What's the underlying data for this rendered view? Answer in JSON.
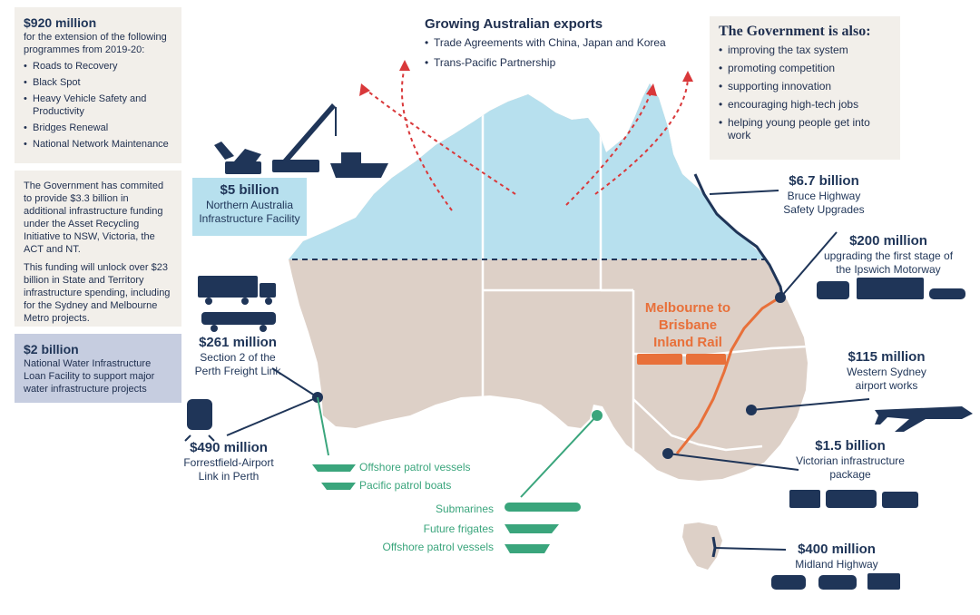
{
  "left_box": {
    "amount": "$920 million",
    "intro": "for the extension of the following programmes from 2019-20:",
    "items": [
      "Roads to Recovery",
      "Black Spot",
      "Heavy Vehicle Safety and Productivity",
      "Bridges Renewal",
      "National Network Maintenance"
    ]
  },
  "asset_box": {
    "p1": "The Government has commited to provide $3.3 billion in additional infrastructure funding under the Asset Recycling Initiative to NSW, Victoria, the ACT and NT.",
    "p2": "This funding will unlock over $23 billion in State and Territory infrastructure spending, including for the Sydney and Melbourne Metro projects."
  },
  "water_box": {
    "amount": "$2 billion",
    "text": "National Water Infrastructure Loan Facility to support major water infrastructure projects"
  },
  "exports": {
    "title": "Growing Australian exports",
    "items": [
      "Trade Agreements with China, Japan and Korea",
      "Trans-Pacific Partnership"
    ]
  },
  "government": {
    "title": "The Government is also:",
    "items": [
      "improving the tax system",
      "promoting competition",
      "supporting innovation",
      "encouraging high-tech jobs",
      "helping young people get into work"
    ]
  },
  "naif": {
    "amount": "$5 billion",
    "text": "Northern Australia Infrastructure Facility"
  },
  "bruce": {
    "amount": "$6.7 billion",
    "text": "Bruce Highway Safety Upgrades"
  },
  "ipswich": {
    "amount": "$200 million",
    "text": "upgrading the first stage of the Ipswich Motorway"
  },
  "wsa": {
    "amount": "$115 million",
    "text": "Western Sydney airport works"
  },
  "vic": {
    "amount": "$1.5 billion",
    "text": "Victorian infrastructure package"
  },
  "midland": {
    "amount": "$400 million",
    "text": "Midland Highway"
  },
  "perth_freight": {
    "amount": "$261 million",
    "text": "Section 2 of the Perth Freight Link"
  },
  "forrestfield": {
    "amount": "$490 million",
    "text": "Forrestfield-Airport Link in Perth"
  },
  "rail": {
    "text": "Melbourne to Brisbane Inland Rail"
  },
  "defence_west": [
    "Offshore patrol vessels",
    "Pacific patrol boats"
  ],
  "defence_south": [
    "Submarines",
    "Future frigates",
    "Offshore patrol vessels"
  ],
  "colors": {
    "navy": "#1f3558",
    "north_blue": "#b7e0ee",
    "land": "#ddd0c7",
    "green": "#3aa57c",
    "orange": "#e8703a",
    "arrow_red": "#d9383a"
  }
}
